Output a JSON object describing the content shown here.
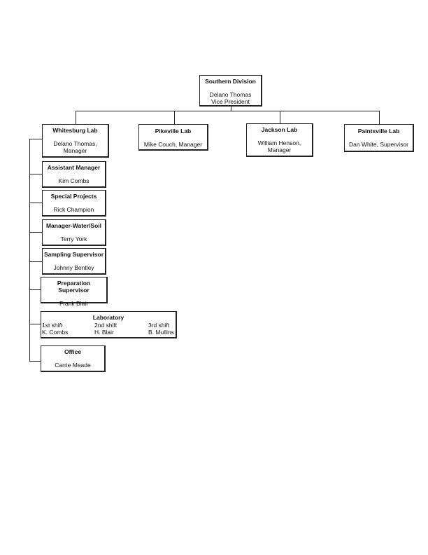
{
  "top": {
    "title": "Southern Division",
    "name": "Delano Thomas",
    "role": "Vice President"
  },
  "labs": [
    {
      "title": "Whitesburg Lab",
      "line1": "Delano Thomas,",
      "line2": "Manager"
    },
    {
      "title": "Pikeville Lab",
      "line1": "Mike Couch, Manager",
      "line2": ""
    },
    {
      "title": "Jackson Lab",
      "line1": "William Henson,",
      "line2": "Manager"
    },
    {
      "title": "Paintsville Lab",
      "line1": "Dan White, Supervisor",
      "line2": ""
    }
  ],
  "sub_units": [
    {
      "title": "Assistant Manager",
      "name": "Kim Combs"
    },
    {
      "title": "Special Projects",
      "name": "Rick Champion"
    },
    {
      "title": "Manager-Water/Soil",
      "name": "Terry York"
    },
    {
      "title": "Sampling Supervisor",
      "name": "Johnny Bentley"
    },
    {
      "title": "Preparation Supervisor",
      "name": "Frank Blair"
    }
  ],
  "laboratory": {
    "title": "Laboratory",
    "shifts": [
      {
        "label": "1st shift",
        "name": "K. Combs"
      },
      {
        "label": "2nd shift",
        "name": "H. Blair"
      },
      {
        "label": "3rd shift",
        "name": "B. Mullins"
      }
    ]
  },
  "office": {
    "title": "Office",
    "name": "Carrie Meade"
  }
}
